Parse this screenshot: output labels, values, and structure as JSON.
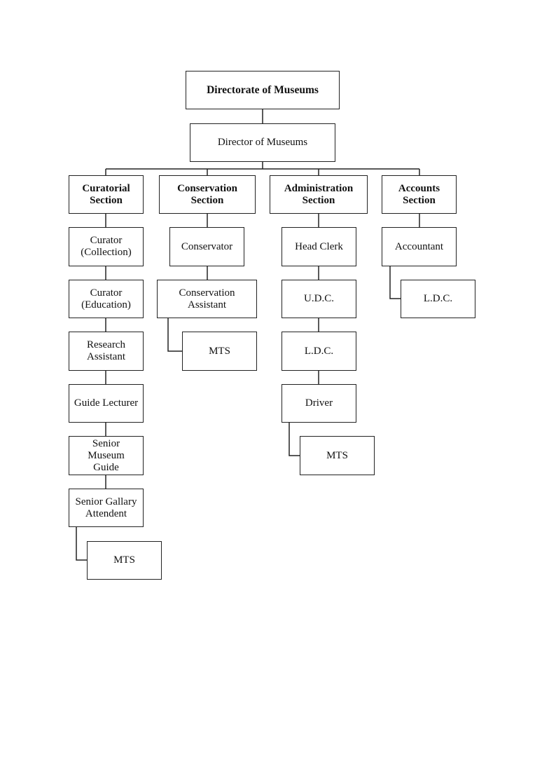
{
  "org": {
    "top": "Directorate of Museums",
    "director": "Director of Museums",
    "sections": [
      {
        "name": "Curatorial\nSection",
        "chain": [
          "Curator\n(Collection)",
          "Curator\n(Education)",
          "Research\nAssistant",
          "Guide Lecturer",
          "Senior\nMuseum\nGuide",
          "Senior Gallary\nAttendent"
        ],
        "sub": "MTS"
      },
      {
        "name": "Conservation\nSection",
        "chain": [
          "Conservator",
          "Conservation\nAssistant"
        ],
        "sub": "MTS"
      },
      {
        "name": "Administration\nSection",
        "chain": [
          "Head Clerk",
          "U.D.C.",
          "L.D.C.",
          "Driver"
        ],
        "sub": "MTS"
      },
      {
        "name": "Accounts\nSection",
        "chain": [
          "Accountant"
        ],
        "sub": "L.D.C."
      }
    ]
  }
}
